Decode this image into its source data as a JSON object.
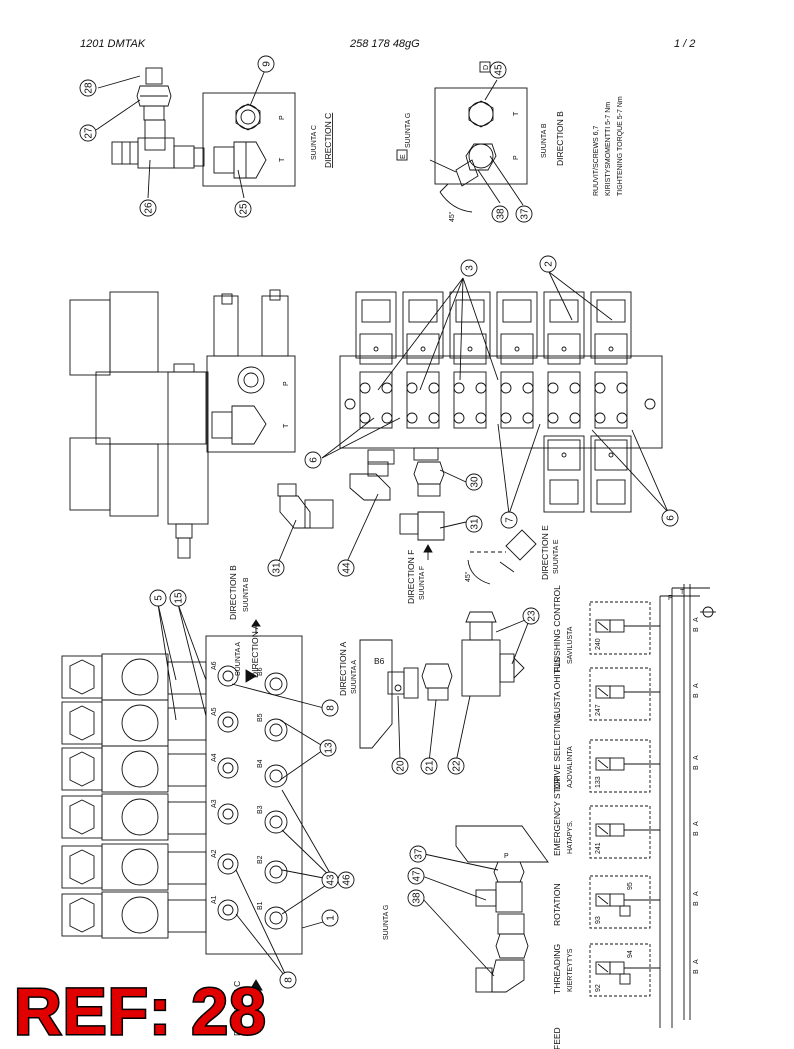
{
  "header": {
    "left": "1201   DMTAK",
    "center": "258 178 48gG",
    "right": "1 / 2"
  },
  "callouts": {
    "c28": "28",
    "c27": "27",
    "c26": "26",
    "c25": "25",
    "c9": "9",
    "c45": "45",
    "c38a": "38",
    "c37a": "37",
    "c3": "3",
    "c2": "2",
    "c6a": "6",
    "c6b": "6",
    "c7": "7",
    "c30": "30",
    "c31a": "31",
    "c31b": "31",
    "c44": "44",
    "c5": "5",
    "c15": "15",
    "c8a": "8",
    "c8b": "8",
    "c13": "13",
    "c43": "43",
    "c46": "46",
    "c1": "1",
    "c20": "20",
    "c21": "21",
    "c22": "22",
    "c23": "23",
    "c37b": "37",
    "c47": "47",
    "c38b": "38"
  },
  "labels": {
    "suunta_c": "SUUNTA C",
    "direction_c": "DIRECTION  C",
    "suunta_b": "SUUNTA B",
    "direction_b": "DIRECTION  B",
    "suunta_g": "SUUNTA G",
    "box_e": "E",
    "box_d": "D",
    "angle_45": "45°",
    "port_p": "P",
    "port_t": "T",
    "torque_1": "RUUVIT/SCREWS 6,7",
    "torque_2": "KIRISTYSMOMENTTI 5-7 Nm",
    "torque_3": "TIGHTENING TORQUE 5-7 Nm",
    "direction_f": "DIRECTION  F",
    "suunta_f": "SUUNTA F",
    "direction_e": "DIRECTION  E",
    "suunta_e": "SUUNTA E",
    "direction_b2": "DIRECTION  B",
    "suunta_b2": "SUUNTA B",
    "direction_a_v": "DIRECTION  A",
    "suunta_a_v": "SUUNTA A",
    "direction_a2": "DIRECTION  A",
    "suunta_a2": "SUUNTA A",
    "b6_port": "B6",
    "suunta_g2": "SUUNTA G",
    "direction_c2": "DIRECTION  C",
    "ports": [
      "A6",
      "B6",
      "A5",
      "B5",
      "A4",
      "B4",
      "A3",
      "B3",
      "A2",
      "B2",
      "A1",
      "B1"
    ]
  },
  "schematic": {
    "sections": [
      {
        "title": "FLUSHING CONTROL",
        "subtitle": "SAVILUSTA",
        "valve": "240"
      },
      {
        "title": "LUSTA OHITUS",
        "subtitle": "",
        "valve": "247"
      },
      {
        "title": "DRIVE SELECTING",
        "subtitle": "AJOVALINTA",
        "valve": "133"
      },
      {
        "title": "EMERGENCY STOP",
        "subtitle": "HATAPYS.",
        "valve": "241"
      },
      {
        "title": "ROTATION",
        "subtitle": "",
        "valve": "93",
        "valve2": "95"
      },
      {
        "title": "THREADING",
        "subtitle": "KIERTEYTYS",
        "valve": "92",
        "valve2": "94"
      },
      {
        "title": "FEED",
        "subtitle": "",
        "valve": ""
      }
    ],
    "port_p": "P",
    "port_t": "T",
    "port_a": "A",
    "port_b": "B"
  },
  "ref_stamp": "REF: 28"
}
